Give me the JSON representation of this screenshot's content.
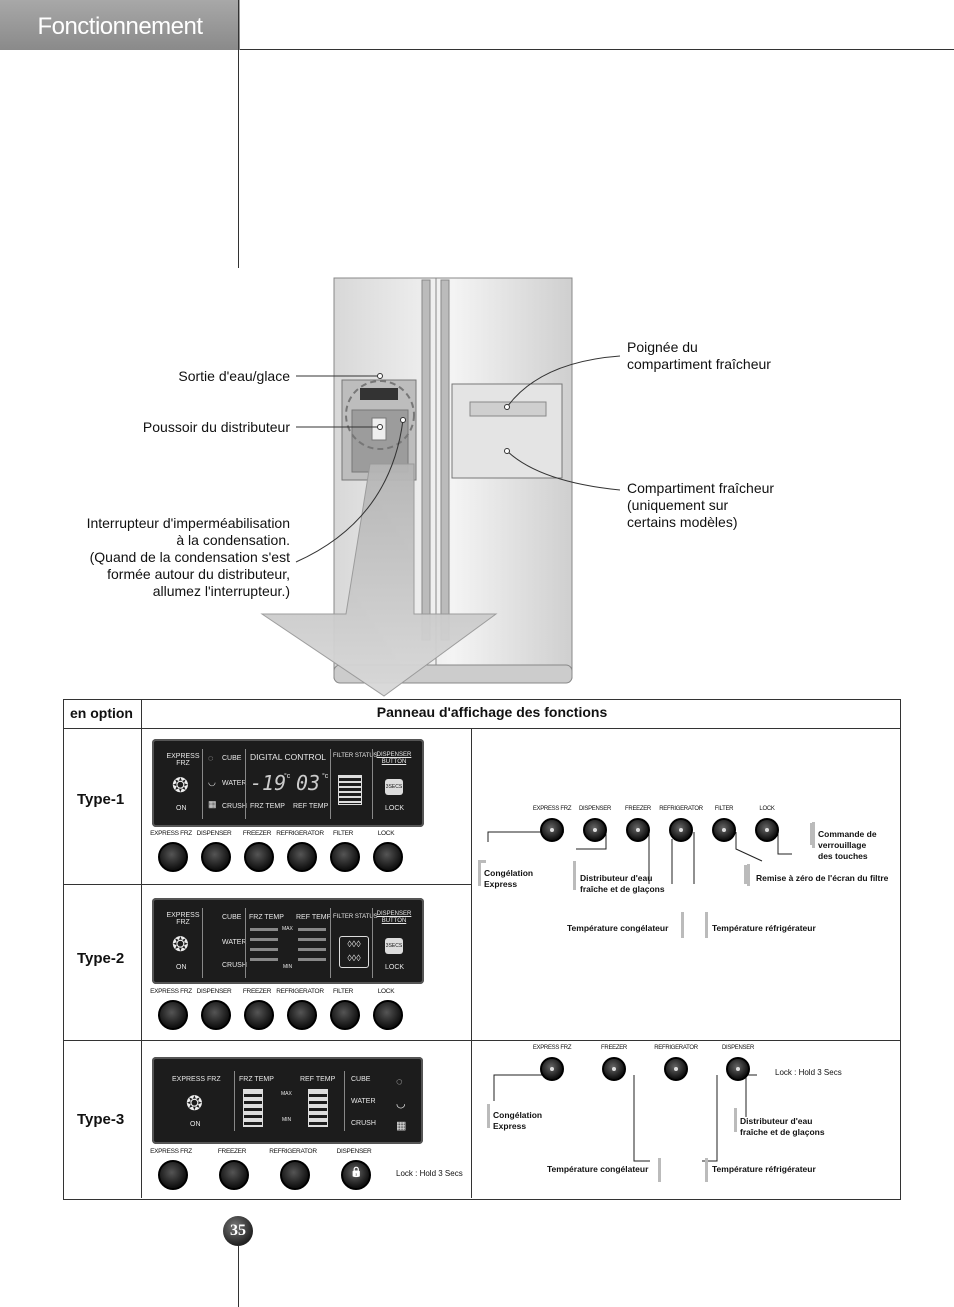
{
  "header": {
    "title": "Fonctionnement"
  },
  "callouts": {
    "water_ice": "Sortie d'eau/glace",
    "dispenser_pad": "Poussoir du distributeur",
    "condensation": "Interrupteur d'imperméabilisation\nà la condensation.\n(Quand de la condensation s'est\nformée autour du distributeur,\nallumez l'interrupteur.)",
    "handle": "Poignée du\ncompartiment fraîcheur",
    "fresh": "Compartiment fraîcheur\n(uniquement sur\ncertains modèles)"
  },
  "table": {
    "option": "en option",
    "title": "Panneau d'affichage des fonctions",
    "types": [
      "Type-1",
      "Type-2",
      "Type-3"
    ]
  },
  "panel1": {
    "express": "EXPRESS\nFRZ",
    "on": "ON",
    "cube": "CUBE",
    "water": "WATER",
    "crush": "CRUSH",
    "digital": "DIGITAL CONTROL",
    "frz_temp": "FRZ TEMP",
    "ref_temp": "REF TEMP",
    "frz_val": "-19",
    "ref_val": "03",
    "unit": "°c",
    "filter": "FILTER STATUS",
    "disp_btn": "DISPENSER\nBUTTON",
    "secs": "3SECS",
    "lock": "LOCK"
  },
  "panel2": {
    "max": "MAX",
    "min": "MIN"
  },
  "panel3": {
    "express": "EXPRESS FRZ",
    "frz_temp": "FRZ TEMP",
    "ref_temp": "REF TEMP",
    "on": "ON",
    "cube": "CUBE",
    "water": "WATER",
    "crush": "CRUSH",
    "max": "MAX",
    "min": "MIN"
  },
  "buttons12": [
    "EXPRESS FRZ",
    "DISPENSER",
    "FREEZER",
    "REFRIGERATOR",
    "FILTER",
    "LOCK"
  ],
  "buttons3": [
    "EXPRESS FRZ",
    "FREEZER",
    "REFRIGERATOR",
    "DISPENSER"
  ],
  "lock_hold": "Lock : Hold 3 Secs",
  "diag1": {
    "labels": [
      "EXPRESS FRZ",
      "DISPENSER",
      "FREEZER",
      "REFRIGERATOR",
      "FILTER",
      "LOCK"
    ],
    "express": "Congélation\nExpress",
    "dispenser": "Distributeur d'eau\nfraîche et de glaçons",
    "frz": "Température congélateur",
    "ref": "Température réfrigérateur",
    "filter": "Remise à zéro de l'écran du filtre",
    "lock": "Commande de\nverrouillage\ndes touches"
  },
  "diag3": {
    "labels": [
      "EXPRESS FRZ",
      "FREEZER",
      "REFRIGERATOR",
      "DISPENSER"
    ],
    "lock": "Lock : Hold 3 Secs",
    "express": "Congélation\nExpress",
    "dispenser": "Distributeur d'eau\nfraîche et de glaçons",
    "frz": "Température congélateur",
    "ref": "Température réfrigérateur"
  },
  "page_number": "35"
}
